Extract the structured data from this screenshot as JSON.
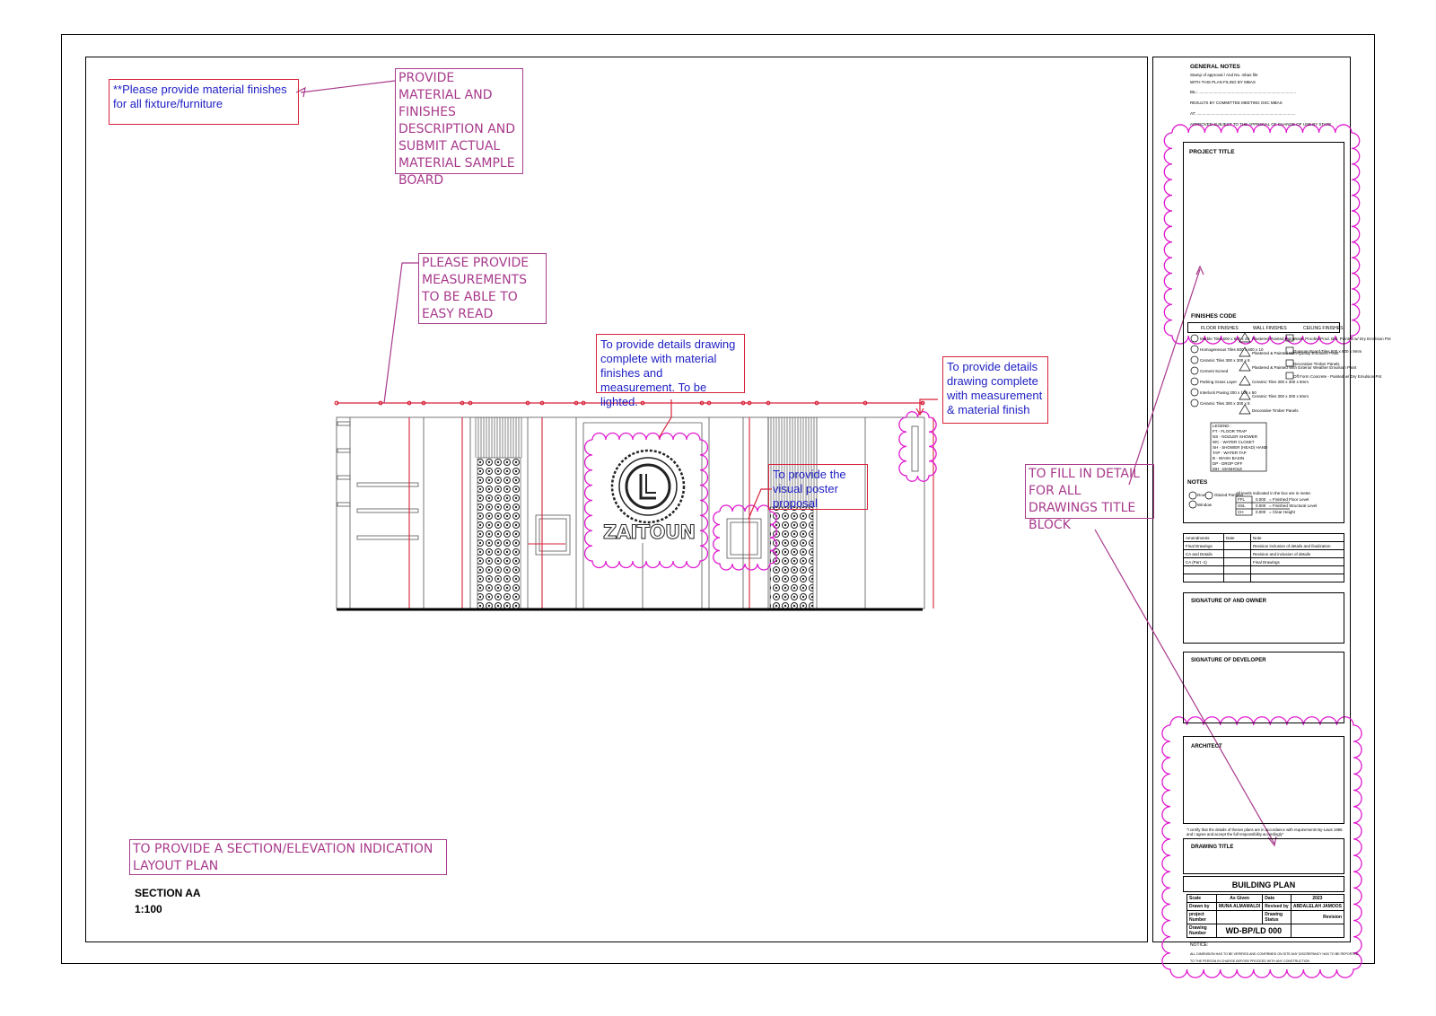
{
  "notes": {
    "material_finishes": "**Please provide material finishes for all fixture/furniture",
    "material_sample_board": "PROVIDE MATERIAL AND FINISHES DESCRIPTION AND SUBMIT ACTUAL MATERIAL SAMPLE BOARD",
    "measurements": "PLEASE PROVIDE MEASUREMENTS TO BE ABLE TO EASY READ",
    "details_lighted": "To provide details drawing complete with material finishes and measurement. To be lighted.",
    "details_finish": "To provide details drawing complete with measurement & material finish",
    "poster": "To provide the visual poster proposal",
    "title_block": "TO FILL IN DETAIL FOR ALL DRAWINGS TITLE BLOCK",
    "section_indication": "TO PROVIDE A SECTION/ELEVATION INDICATION LAYOUT PLAN"
  },
  "drawing": {
    "logo_text": "ZAITOUN",
    "section_title": "SECTION AA",
    "scale": "1:100"
  },
  "title_block": {
    "general_notes": {
      "heading": "GENERAL NOTES",
      "line1": "Stamp of approval / And No. mbas file",
      "line2": "WITH THIS PLAN FILING BY MBAS",
      "line3": "BIL: .......................................................................................",
      "line4": "RESULTS BY COMMITTEE MEETING OSC MBAS",
      "line5": "AT: ........................................................................................",
      "line6": "APPROVED SUBJECT TO THE APPROVAL OF CHANGE OF USE BY STATE"
    },
    "project_title": "PROJECT TITLE",
    "finishes_code": "FINISHES CODE",
    "finish_headers": [
      "FLOOR FINISHES",
      "WALL FINISHES",
      "CEILING FINISHES"
    ],
    "floor_items": [
      "Marble Tiles 600 x 600 x 20",
      "Homogeneous Tiles 600 x 600 x 10",
      "Ceramic Tiles 300 x 300 x 8",
      "Cement Screed",
      "Parking Grass Layer",
      "Interlock Paving 200 x 100 x 50",
      "Ceramic Tiles 300 x 300 x 8"
    ],
    "wall_items": [
      "Plastered Painted Paint",
      "Plastered & Painted With Quality Emulsion Paint",
      "Plastered & Painted With Exterior Weather Emulsion Paint",
      "Ceramic Tiles 300 x 300 x 8mm",
      "Ceramic Tiles 300 x 300 x 8mm",
      "Decorative Timber Panels"
    ],
    "ceiling_items": [
      "Water Proofed Prod. Brd. Painted w/ Dry Emulsion Pnt",
      "Gypsum Board Tiles 600 x 600 x 9mm",
      "Decorative Timber Panels",
      "Off Form Concrete - Painted w/ Dry Emulsion Pnt"
    ],
    "legend": {
      "heading": "LEGEND :",
      "items": [
        "FT - FLOOR TRAP",
        "NS - NOZLER SHOWER",
        "WC - WATER CLOSET",
        "SH - SHOWER (HEAD) HAND",
        "TAP - WATER TAP",
        "B - WASH BASIN",
        "DP - DROP OFF",
        "MH - MANHOLE"
      ]
    },
    "notes_heading": "NOTES",
    "notes_symbols": [
      "Door",
      "Window",
      "Glazed Partition"
    ],
    "notes_levels": {
      "intro": "All levels indicated in the box are in meter.",
      "rows": [
        {
          "code": "FFL",
          "value": "0.000",
          "desc": "= Finished Floor Level"
        },
        {
          "code": "SSL",
          "value": "0.000",
          "desc": "= Finished Structural Level"
        },
        {
          "code": "CH",
          "value": "0.000",
          "desc": "= Clear Height"
        }
      ]
    },
    "amendments": {
      "headers": [
        "Amendments",
        "Date",
        "Note"
      ],
      "rows": [
        [
          "Final Drawings",
          "",
          "Revision inclusion of details and finalization"
        ],
        [
          "CA and Details",
          "",
          "Revision and inclusion of details"
        ],
        [
          "CA (Part -1)",
          "",
          "Final Drawings"
        ],
        [
          "",
          "",
          ""
        ],
        [
          "",
          "",
          ""
        ]
      ]
    },
    "signature_owner": "SIGNATURE OF AND OWNER",
    "signature_developer": "SIGNATURE OF DEVELOPER",
    "architect": "ARCHITECT",
    "certify": "\"I certify that the details of theses plans are in accordance with requirements By-Laws 1986 and I agree and accept the full responsibility accordingly\"",
    "drawing_title_label": "DRAWING TITLE",
    "drawing_title": "BUILDING PLAN",
    "info": {
      "scale_label": "Scale",
      "scale": "As Given",
      "date_label": "Date",
      "date": "2023",
      "drawn_label": "Drawn by",
      "drawn": "MUNA ALMAMALDI",
      "revised_label": "Revised by",
      "revised": "ABDALELAH JAMOOS",
      "project_label": "project Number",
      "status_label": "Drawing Status",
      "revision_label": "Revision",
      "number_label": "Drawing Number",
      "number": "WD-BP/LD 000"
    },
    "notice_label": "NOTICE:",
    "notice_line1": "ALL DIMENSION HAS TO BE VERIFIED AND CONFIRMED ON SITE ANY DISCREPANCY HAS TO BE REPORTED",
    "notice_line2": "TO THE PERSON IN CHARGE BEFORE PROCEED WITH ANY CONSTRUCTION"
  },
  "colors": {
    "red": "#d8213a",
    "magenta": "#a83a8c",
    "blue_text": "#1d1dc4",
    "cloud": "#e01ad0"
  }
}
